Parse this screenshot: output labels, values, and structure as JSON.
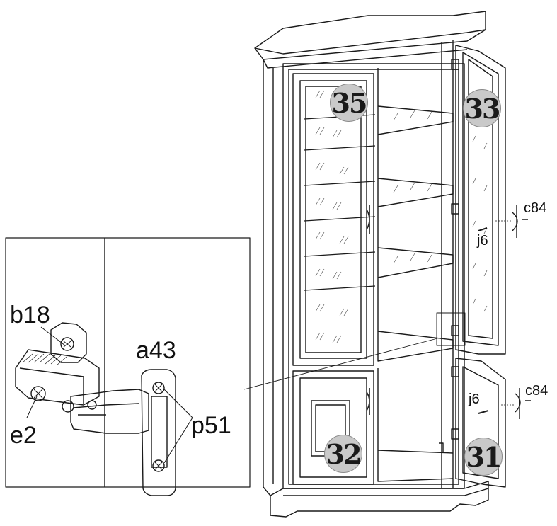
{
  "parts": {
    "hinge_screw": "b18",
    "screw_e": "e2",
    "hinge": "a43",
    "screw_p": "p51",
    "handle_top": "c84",
    "handle_bottom": "c84",
    "lock_top": "j6",
    "lock_bottom": "j6"
  },
  "panels": {
    "upper_left_door": "35",
    "upper_right_door": "33",
    "lower_left_door": "32",
    "lower_right_door": "31"
  },
  "colors": {
    "line": "#1a1a1a",
    "badge_fill": "#c9c9c9",
    "glass_hatch": "#555555"
  }
}
